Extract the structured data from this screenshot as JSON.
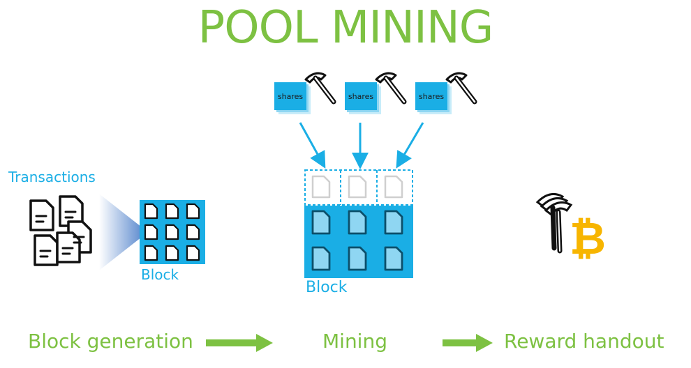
{
  "title": "POOL MINING",
  "transactions_label": "Transactions",
  "block_label_small": "Block",
  "block_label_large": "Block",
  "shares": [
    {
      "label": "shares"
    },
    {
      "label": "shares"
    },
    {
      "label": "shares"
    }
  ],
  "stages": {
    "generation": "Block generation",
    "mining": "Mining",
    "reward": "Reward handout"
  },
  "colors": {
    "green": "#7dc142",
    "blue": "#1aaee5",
    "bitcoin": "#f7b500"
  },
  "icons": [
    "document-icon",
    "pickaxe-icon",
    "bitcoin-icon",
    "arrow-icon"
  ]
}
